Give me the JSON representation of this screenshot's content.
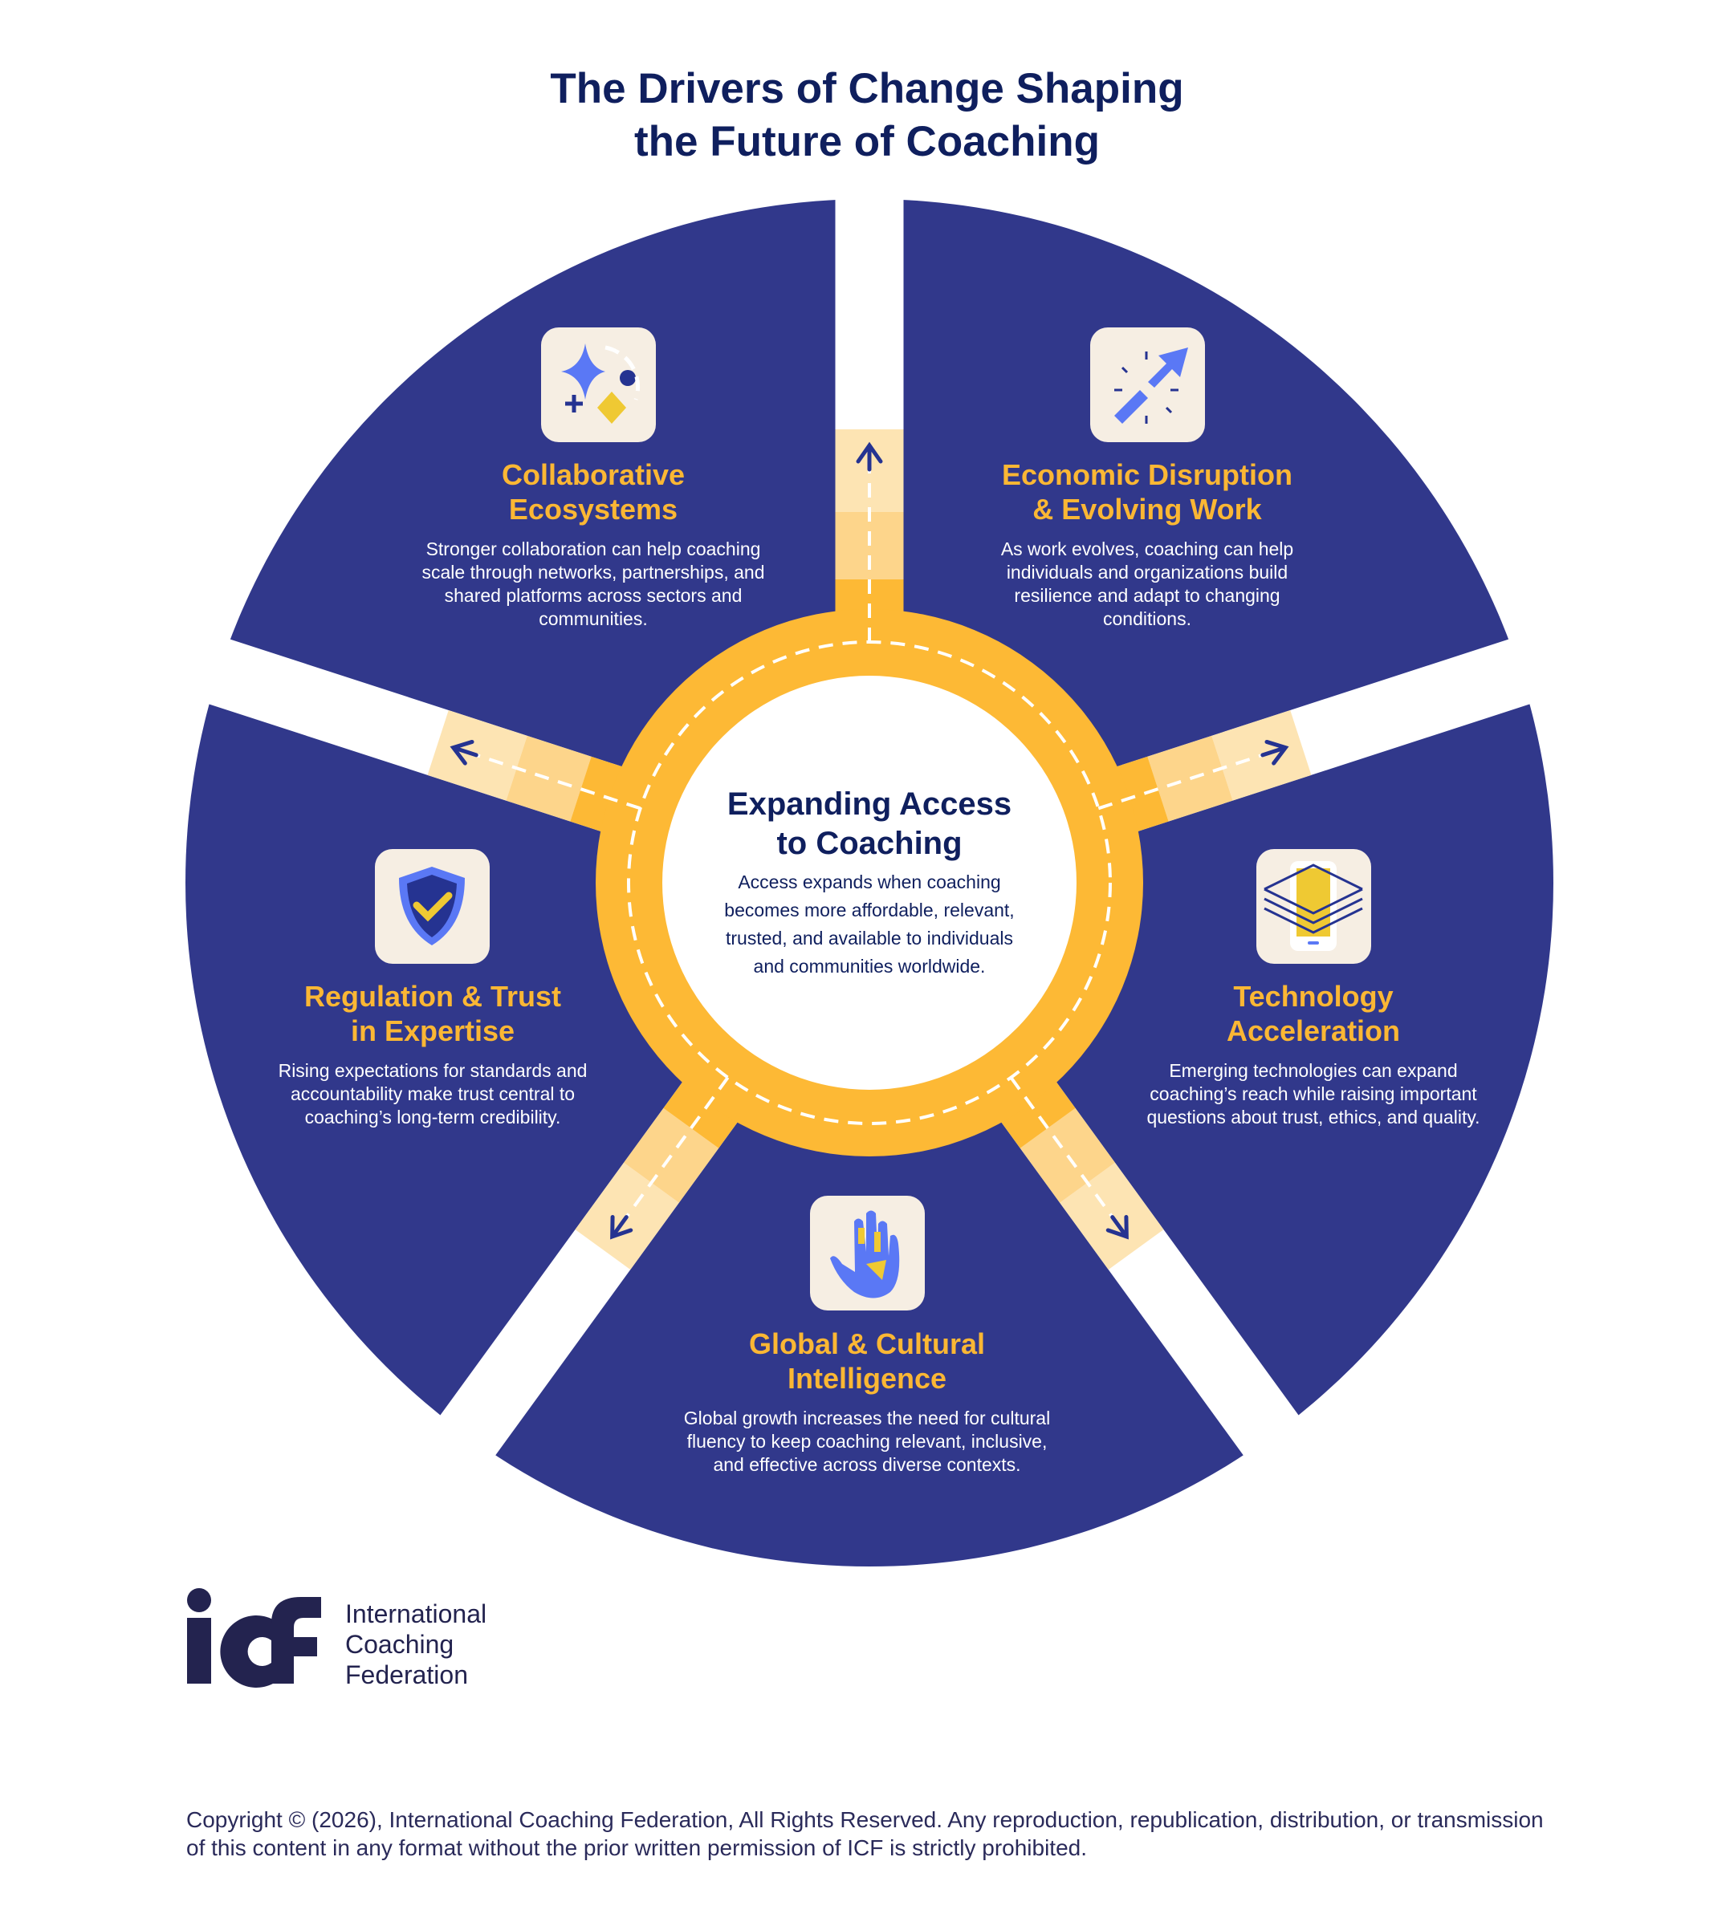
{
  "title": {
    "line1": "The Drivers of Change Shaping",
    "line2": "the Future of Coaching"
  },
  "center": {
    "title_line1": "Expanding Access",
    "title_line2": "to Coaching",
    "body": "Access expands when coaching becomes more affordable, relevant, trusted, and available to individuals and communities worldwide."
  },
  "segments": [
    {
      "title1": "Collaborative",
      "title2": "Ecosystems",
      "body": "Stronger collaboration can help coaching scale through networks, partnerships, and shared platforms across sectors and communities.",
      "icon": "sparkle-collaboration-icon"
    },
    {
      "title1": "Economic Disruption",
      "title2": "& Evolving Work",
      "body": "As work evolves, coaching can help individuals and organizations build resilience and adapt to changing conditions.",
      "icon": "broken-arrow-up-icon"
    },
    {
      "title1": "Technology",
      "title2": "Acceleration",
      "body": "Emerging technologies can expand coaching’s reach while raising important questions about trust, ethics, and quality.",
      "icon": "phone-layers-icon"
    },
    {
      "title1": "Global & Cultural",
      "title2": "Intelligence",
      "body": "Global growth increases the need for cultural fluency to keep coaching relevant, inclusive, and effective across diverse contexts.",
      "icon": "hand-icon"
    },
    {
      "title1": "Regulation & Trust",
      "title2": "in Expertise",
      "body": "Rising expectations for standards and accountability make trust central to coaching’s long-term credibility.",
      "icon": "shield-check-icon"
    }
  ],
  "logo": {
    "mark": "icf",
    "line1": "International",
    "line2": "Coaching",
    "line3": "Federation"
  },
  "copyright": "Copyright © (2026), International Coaching Federation, All Rights Reserved. Any reproduction, republication, distribution, or transmission of this content in any format without the prior written permission of ICF is strictly prohibited.",
  "colors": {
    "navy": "#31388b",
    "orange": "#fdb935",
    "peach_mid": "#fdd58b",
    "peach_light": "#fde4b3",
    "blue": "#5a78f5",
    "yellow": "#efc933"
  }
}
